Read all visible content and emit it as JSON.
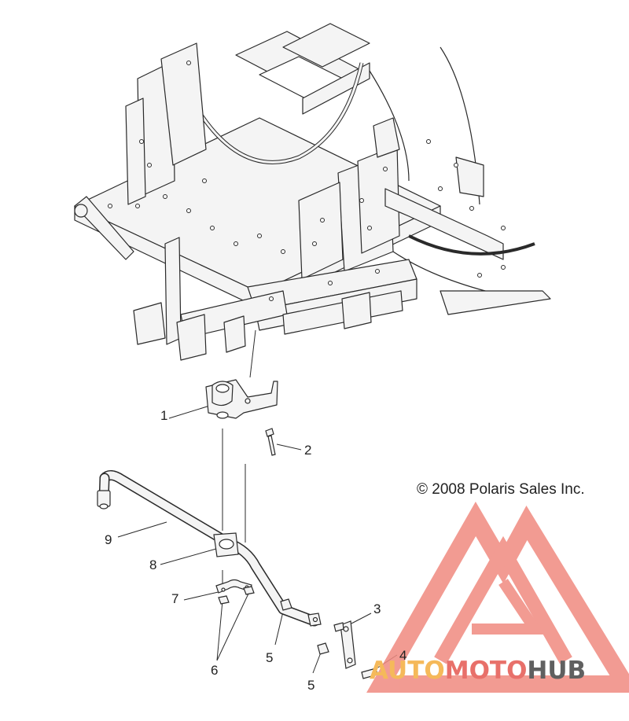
{
  "diagram": {
    "copyright": "© 2008 Polaris Sales Inc.",
    "callouts": [
      {
        "id": "c1",
        "label": "1"
      },
      {
        "id": "c2",
        "label": "2"
      },
      {
        "id": "c3",
        "label": "3"
      },
      {
        "id": "c4",
        "label": "4"
      },
      {
        "id": "c5a",
        "label": "5"
      },
      {
        "id": "c5b",
        "label": "5"
      },
      {
        "id": "c6",
        "label": "6"
      },
      {
        "id": "c7",
        "label": "7"
      },
      {
        "id": "c8",
        "label": "8"
      },
      {
        "id": "c9",
        "label": "9"
      }
    ]
  },
  "watermark": {
    "part1": "AUTO",
    "part2": "MOTO",
    "part3": "HUB",
    "colors": {
      "triangle": "#f08a80",
      "part1": "#f5b95a",
      "part2": "#e8706a",
      "part3": "#606060"
    }
  },
  "colors": {
    "line": "#2a2a2a",
    "fill": "#f2f2f2",
    "background": "#ffffff"
  }
}
